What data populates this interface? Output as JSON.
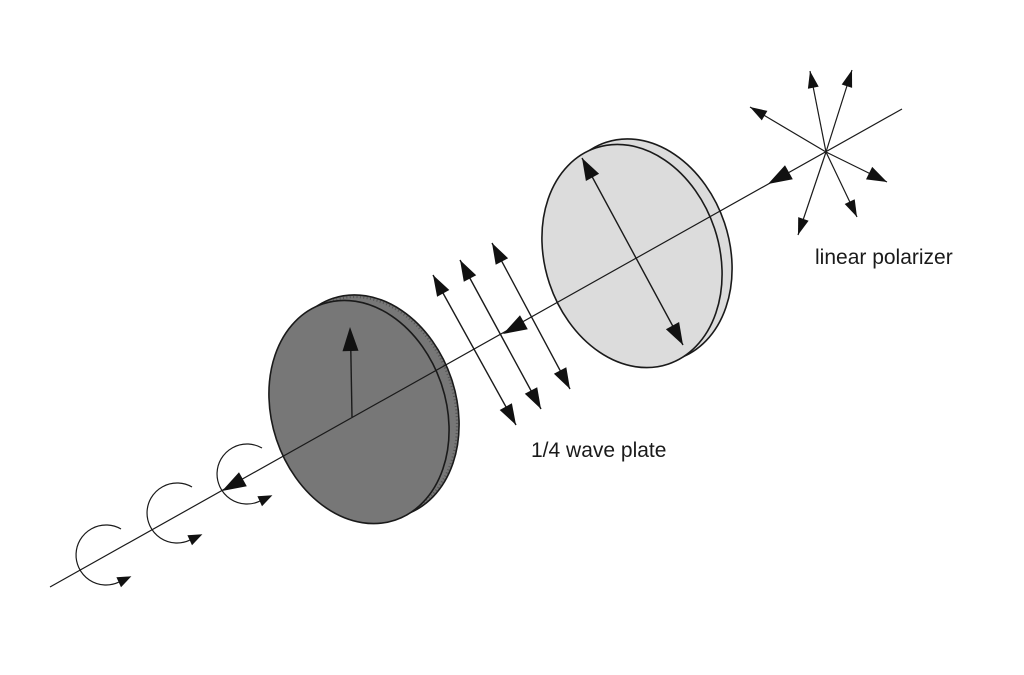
{
  "page": {
    "background": "#ffffff"
  },
  "diagram": {
    "labels": {
      "quarter_wave_plate": "1/4 wave plate",
      "linear_polarizer": "linear polarizer"
    },
    "colors": {
      "line": "#1a1a1a",
      "arrow": "#111111",
      "quarter_wave_plate_fill": "#777777",
      "polarizer_fill": "#dcdcdc"
    },
    "elements": {
      "beam_axis": "optical-axis-line",
      "beam_direction": "down-left-arrowheads",
      "unpolarized_light": "radiating-arrows-star",
      "polarizer_disk": "light-gray-disk",
      "polarizer_transmission_axis": "diagonal-double-arrow",
      "linear_polarization": "three-vertical-double-arrows",
      "quarter_wave_plate_disk": "dark-gray-disk",
      "wave_plate_axis": "upward-arrow",
      "circular_polarization": "three-circular-arrows"
    }
  }
}
